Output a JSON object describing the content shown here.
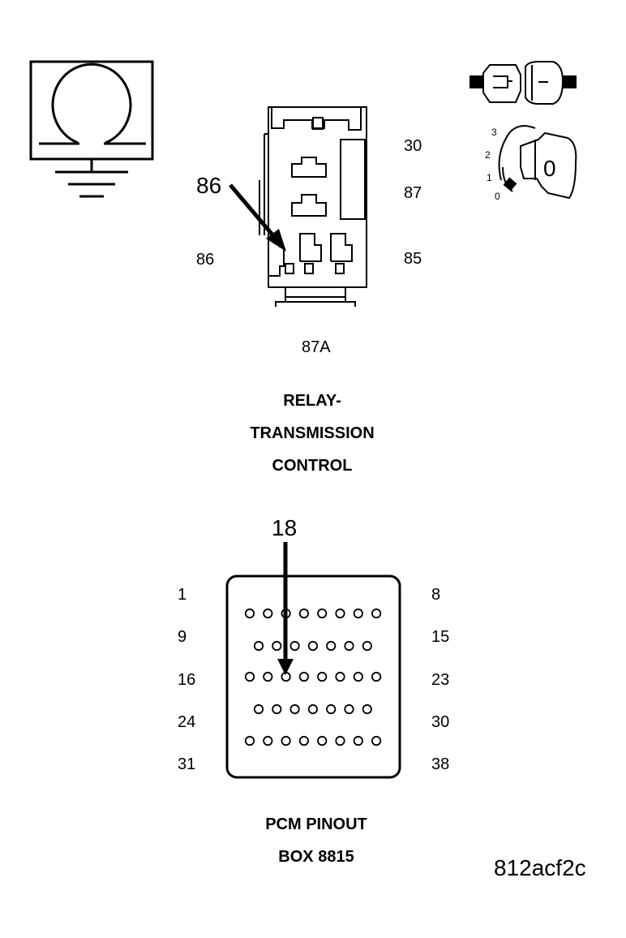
{
  "ohm_symbol": {
    "icon": "ohmmeter-ground-icon"
  },
  "relay": {
    "pin_labels": {
      "left_arrow": "86",
      "left": "86",
      "top_right": "30",
      "mid_right": "87",
      "bottom_right": "85",
      "bottom": "87A"
    },
    "title_lines": [
      "RELAY-",
      "TRANSMISSION",
      "CONTROL"
    ]
  },
  "ignition": {
    "positions": [
      "3",
      "2",
      "1",
      "0"
    ],
    "key_label": "0",
    "icons": [
      "connector-icon",
      "ignition-key-icon"
    ]
  },
  "pcm": {
    "arrow_pin": "18",
    "row_labels_left": [
      "1",
      "9",
      "16",
      "24",
      "31"
    ],
    "row_labels_right": [
      "8",
      "15",
      "23",
      "30",
      "38"
    ],
    "row_pin_counts": [
      8,
      7,
      8,
      7,
      8
    ],
    "title_lines": [
      "PCM PINOUT",
      "BOX 8815"
    ]
  },
  "figure_id": "812acf2c"
}
